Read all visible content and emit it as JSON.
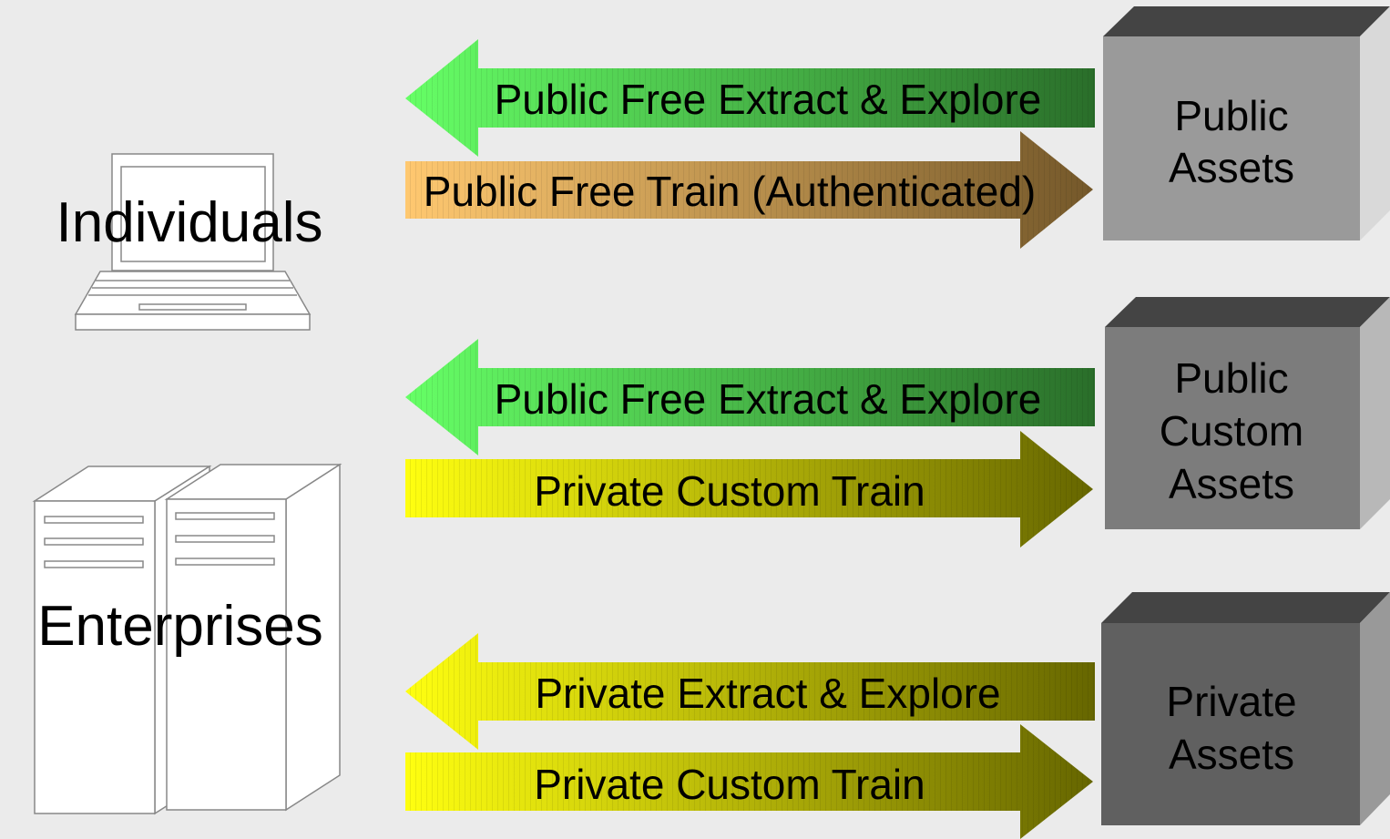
{
  "actors": {
    "individuals": "Individuals",
    "enterprises": "Enterprises"
  },
  "flows": [
    {
      "label": "Public Free Extract & Explore",
      "direction": "left",
      "gradient": "green"
    },
    {
      "label": "Public Free Train (Authenticated)",
      "direction": "right",
      "gradient": "orange"
    },
    {
      "label": "Public Free Extract & Explore",
      "direction": "left",
      "gradient": "green"
    },
    {
      "label": "Private Custom Train",
      "direction": "right",
      "gradient": "yellow"
    },
    {
      "label": "Private Extract & Explore",
      "direction": "left",
      "gradient": "yellow"
    },
    {
      "label": "Private Custom Train",
      "direction": "right",
      "gradient": "yellow"
    }
  ],
  "assets": [
    {
      "lines": [
        "Public",
        "Assets"
      ]
    },
    {
      "lines": [
        "Public",
        "Custom",
        "Assets"
      ]
    },
    {
      "lines": [
        "Private",
        "Assets"
      ]
    }
  ],
  "colors": {
    "background": "#ebebeb",
    "green_light": "#66ff66",
    "green_dark": "#2a6e2a",
    "orange_light": "#ffc870",
    "orange_dark": "#74582a",
    "yellow_light": "#ffff10",
    "yellow_dark": "#666600",
    "box_public": "#9a9a9a",
    "box_public_custom": "#7c7c7c",
    "box_private": "#606060",
    "box_top": "#444444"
  }
}
